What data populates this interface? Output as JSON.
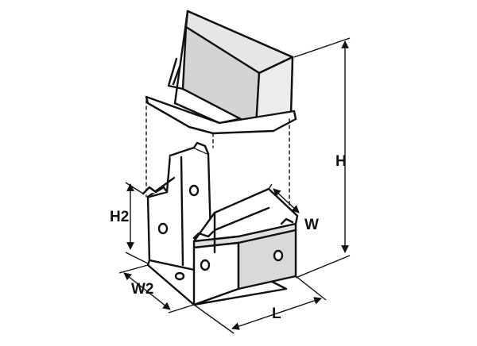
{
  "diagram": {
    "colors": {
      "stroke": "#111111",
      "fill": "#ffffff",
      "shade": "#d9d9d9",
      "shade_dark": "#bdbdbd"
    },
    "dimensions": {
      "height": "H",
      "width": "W",
      "side_height": "H2",
      "side_width": "W2",
      "length": "L"
    }
  }
}
